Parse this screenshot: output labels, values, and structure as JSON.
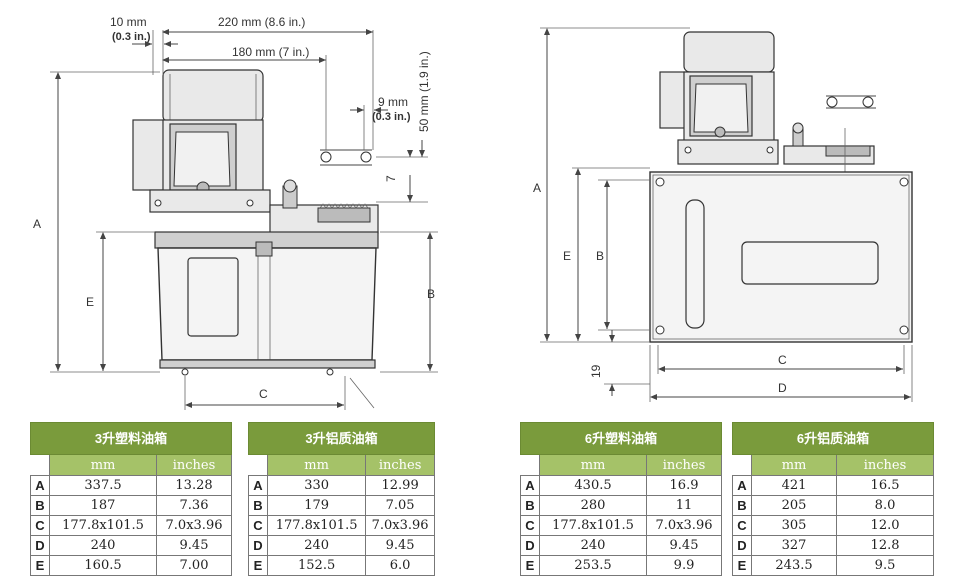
{
  "dimensions_left": {
    "top_10": "10 mm",
    "top_10_in": "(0.3 in.)",
    "top_220": "220 mm (8.6 in.)",
    "top_180": "180 mm (7 in.)",
    "right_9": "9 mm",
    "right_9_in": "(0.3 in.)",
    "right_50": "50 mm (1.9 in.)",
    "right_7": "7",
    "label_a": "A",
    "label_e": "E",
    "label_b": "B",
    "label_c": "C"
  },
  "dimensions_right": {
    "label_a": "A",
    "label_e": "E",
    "label_b": "B",
    "label_19": "19",
    "label_c": "C",
    "label_d": "D"
  },
  "tables": [
    {
      "title": "3升塑料油箱",
      "col_mm": "mm",
      "col_in": "inches",
      "rows": [
        {
          "key": "A",
          "mm": "337.5",
          "in": "13.28"
        },
        {
          "key": "B",
          "mm": "187",
          "in": "7.36"
        },
        {
          "key": "C",
          "mm": "177.8x101.5",
          "in": "7.0x3.96"
        },
        {
          "key": "D",
          "mm": "240",
          "in": "9.45"
        },
        {
          "key": "E",
          "mm": "160.5",
          "in": "7.00"
        }
      ]
    },
    {
      "title": "3升铝质油箱",
      "col_mm": "mm",
      "col_in": "inches",
      "rows": [
        {
          "key": "A",
          "mm": "330",
          "in": "12.99"
        },
        {
          "key": "B",
          "mm": "179",
          "in": "7.05"
        },
        {
          "key": "C",
          "mm": "177.8x101.5",
          "in": "7.0x3.96"
        },
        {
          "key": "D",
          "mm": "240",
          "in": "9.45"
        },
        {
          "key": "E",
          "mm": "152.5",
          "in": "6.0"
        }
      ]
    },
    {
      "title": "6升塑料油箱",
      "col_mm": "mm",
      "col_in": "inches",
      "rows": [
        {
          "key": "A",
          "mm": "430.5",
          "in": "16.9"
        },
        {
          "key": "B",
          "mm": "280",
          "in": "11"
        },
        {
          "key": "C",
          "mm": "177.8x101.5",
          "in": "7.0x3.96"
        },
        {
          "key": "D",
          "mm": "240",
          "in": "9.45"
        },
        {
          "key": "E",
          "mm": "253.5",
          "in": "9.9"
        }
      ]
    },
    {
      "title": "6升铝质油箱",
      "col_mm": "mm",
      "col_in": "inches",
      "rows": [
        {
          "key": "A",
          "mm": "421",
          "in": "16.5"
        },
        {
          "key": "B",
          "mm": "205",
          "in": "8.0"
        },
        {
          "key": "C",
          "mm": "305",
          "in": "12.0"
        },
        {
          "key": "D",
          "mm": "327",
          "in": "12.8"
        },
        {
          "key": "E",
          "mm": "243.5",
          "in": "9.5"
        }
      ]
    }
  ],
  "colors": {
    "title_green": "#7a9b3c",
    "header_green": "#a5c268"
  }
}
